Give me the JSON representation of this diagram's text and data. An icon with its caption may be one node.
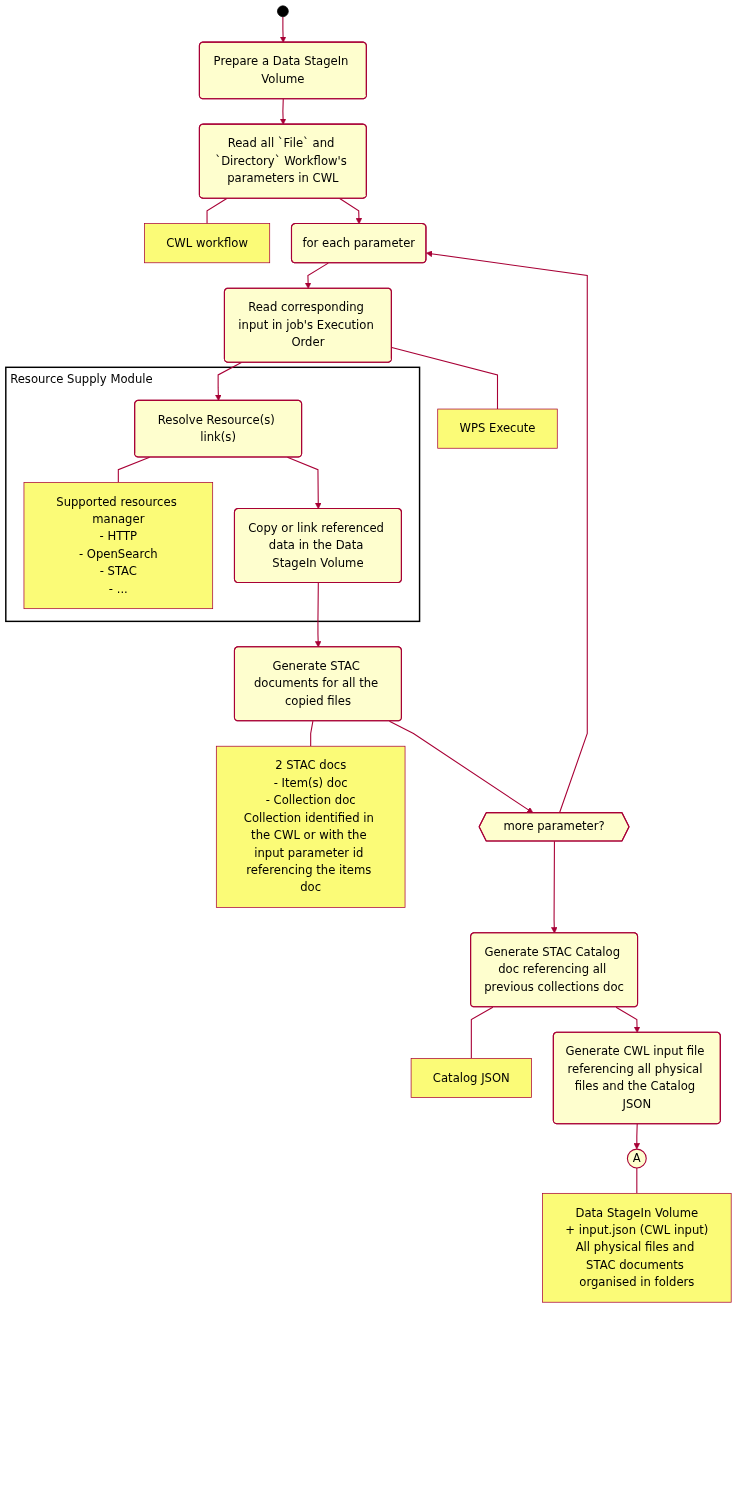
{
  "diagram": {
    "nodes": [
      {
        "text": [],
        "shape": "circle"
      },
      {
        "text": [
          "Prepare a Data StageIn Volume"
        ]
      },
      {
        "text": [
          "Read all `File` and `Directory` Workflow's parameters in CWL"
        ]
      },
      {
        "text": [
          "CWL workflow"
        ]
      },
      {
        "text": [
          "for each parameter"
        ]
      },
      {
        "text": [
          "Read corresponding input in job's Execution Order"
        ]
      },
      {
        "text": [
          "WPS Execute"
        ]
      },
      {
        "text": [
          "Resource Supply Module"
        ]
      },
      {
        "text": [
          "Resolve Resource(s) link(s)"
        ],
        "in": 7
      },
      {
        "text": [
          "Supported resources manager",
          "- HTTP",
          "- OpenSearch",
          "- STAC",
          "- ..."
        ],
        "in": 7
      },
      {
        "text": [
          "Copy or link referenced data in the Data StageIn Volume"
        ],
        "in": 7
      },
      {
        "text": [
          "Generate STAC documents for all the copied files"
        ]
      },
      {
        "text": [
          "2 STAC docs",
          "- Item(s) doc",
          "- Collection doc",
          "Collection identified in the CWL or with the input parameter id referencing the items doc"
        ]
      },
      {
        "text": [
          "more parameter?"
        ]
      },
      {
        "text": [
          "Generate STAC Catalog doc referencing all previous collections doc"
        ]
      },
      {
        "text": [
          "Catalog JSON"
        ]
      },
      {
        "text": [
          "Generate CWL input file referencing all physical files and the Catalog JSON"
        ]
      },
      {
        "text": [
          "A"
        ]
      },
      {
        "text": [
          "Data StageIn Volume",
          "+ input.json (CWL input)",
          "All physical files and STAC documents organised in folders"
        ]
      }
    ],
    "edges": [
      {
        "from": 0,
        "to": 1,
        "arrow": "to"
      },
      {
        "from": 1,
        "to": 2,
        "arrow": "to"
      },
      {
        "from": 2,
        "to": 3,
        "arrow": "none"
      },
      {
        "from": 2,
        "to": 4,
        "arrow": "to"
      },
      {
        "from": 4,
        "to": 5,
        "arrow": "to"
      },
      {
        "from": 5,
        "to": 6,
        "arrow": "none"
      },
      {
        "from": 5,
        "to": 8,
        "arrow": "to"
      },
      {
        "from": 8,
        "to": 9,
        "arrow": "none"
      },
      {
        "from": 8,
        "to": 10,
        "arrow": "to"
      },
      {
        "from": 10,
        "to": 11,
        "arrow": "to"
      },
      {
        "from": 11,
        "to": 12,
        "arrow": "none"
      },
      {
        "from": 11,
        "to": 13,
        "arrow": "to"
      },
      {
        "from": 13,
        "to": 4,
        "arrow": "to"
      },
      {
        "from": 13,
        "to": 14,
        "arrow": "to"
      },
      {
        "from": 14,
        "to": 15,
        "arrow": "none"
      },
      {
        "from": 14,
        "to": 16,
        "arrow": "to"
      },
      {
        "from": 16,
        "to": 17,
        "arrow": "to"
      },
      {
        "from": 17,
        "to": 18,
        "arrow": "none"
      }
    ]
  }
}
